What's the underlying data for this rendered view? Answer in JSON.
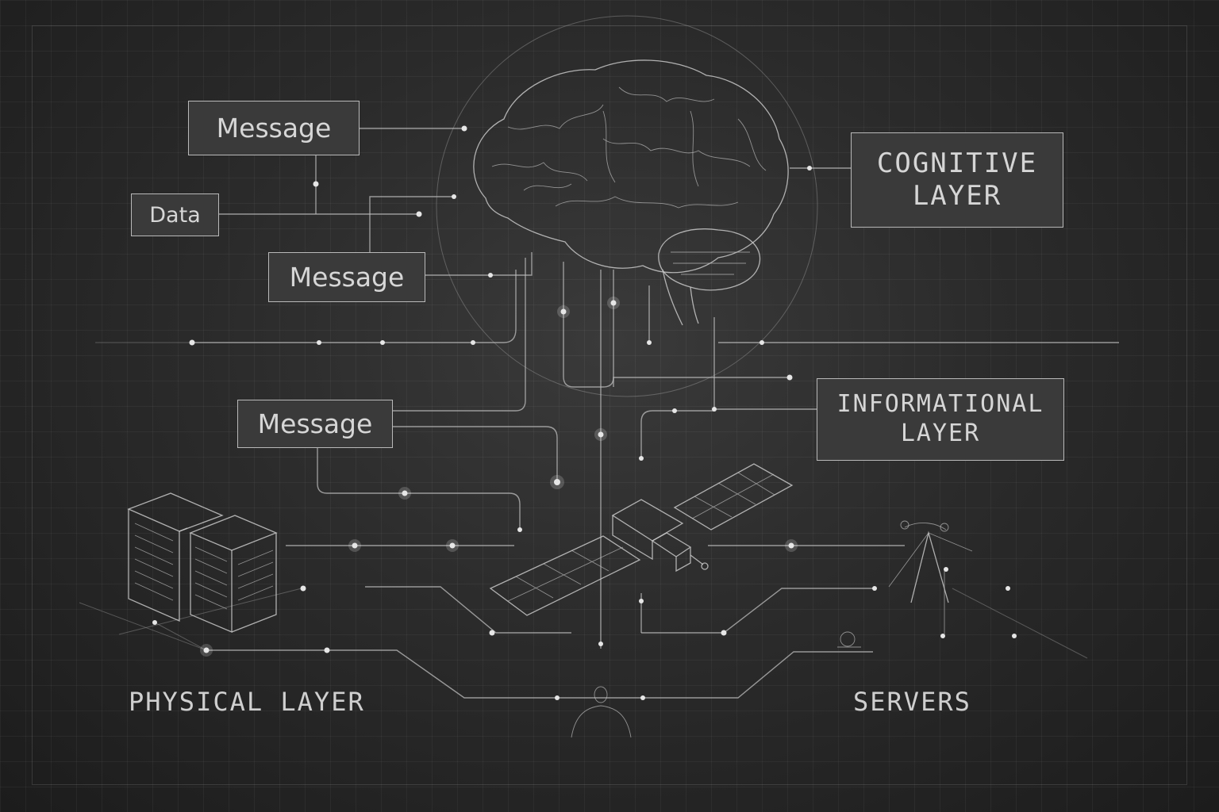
{
  "boxes": {
    "message_top": "Message",
    "data": "Data",
    "message_mid": "Message",
    "message_low": "Message",
    "cognitive_layer": "COGNITIVE\nLAYER",
    "informational_layer": "INFORMATIONAL\nLAYER"
  },
  "captions": {
    "physical_layer": "PHYSICAL LAYER",
    "servers": "SERVERS"
  },
  "colors": {
    "background": "#2b2b2b",
    "line": "#bdbdbd",
    "text": "#d6d6d6"
  },
  "icons": [
    "brain-illustration",
    "server-rack-icon",
    "satellite-icon",
    "antenna-tower-icon",
    "person-silhouette-icon"
  ]
}
